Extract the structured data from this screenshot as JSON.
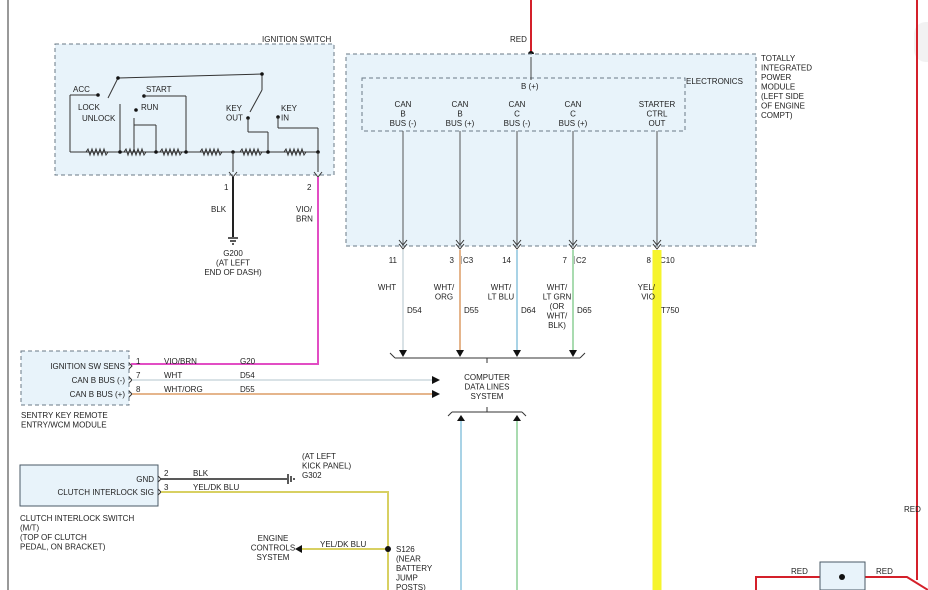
{
  "colors": {
    "red": "#d4202a",
    "violet": "#e24dc4",
    "yellow": "#f6f42c",
    "olive": "#d8d062",
    "white_wire": "#d9e2e6",
    "orange_wire": "#e5b58c",
    "blue_wire": "#a9d3e6",
    "green_wire": "#a9dbb0",
    "module_fill": "#e8f3fa"
  },
  "top_red_label": "RED",
  "ignition_switch": {
    "title": "IGNITION SWITCH",
    "pos_acc": "ACC",
    "pos_lock": "LOCK",
    "pos_unlock": "UNLOCK",
    "pos_start": "START",
    "pos_run": "RUN",
    "pos_key_out": "KEY\nOUT",
    "pos_key_in": "KEY\nIN",
    "pin1": "1",
    "pin2": "2",
    "wire1": "BLK",
    "wire2": "VIO/\nBRN",
    "ground": "G200\n(AT LEFT\nEND OF DASH)"
  },
  "tipm": {
    "title": "TOTALLY\nINTEGRATED\nPOWER\nMODULE\n(LEFT SIDE\nOF ENGINE\nCOMPT)",
    "section": "ELECTRONICS",
    "bplus": "B (+)",
    "pins": [
      {
        "label": "CAN\nB\nBUS (-)",
        "pin": "11",
        "conn": "",
        "wire": "WHT",
        "circuit": "D54"
      },
      {
        "label": "CAN\nB\nBUS (+)",
        "pin": "3",
        "conn": "C3",
        "wire": "WHT/\nORG",
        "circuit": "D55"
      },
      {
        "label": "CAN\nC\nBUS (-)",
        "pin": "14",
        "conn": "",
        "wire": "WHT/\nLT BLU",
        "circuit": "D64"
      },
      {
        "label": "CAN\nC\nBUS (+)",
        "pin": "7",
        "conn": "C2",
        "wire": "WHT/\nLT GRN\n(OR\nWHT/\nBLK)",
        "circuit": "D65"
      },
      {
        "label": "STARTER\nCTRL\nOUT",
        "pin": "8",
        "conn": "C10",
        "wire": "YEL/\nVIO",
        "circuit": "T750"
      }
    ]
  },
  "data_lines": {
    "label": "COMPUTER\nDATA LINES\nSYSTEM"
  },
  "sentry": {
    "title": "SENTRY KEY REMOTE\nENTRY/WCM MODULE",
    "rows": [
      {
        "label": "IGNITION SW SENS",
        "pin": "1",
        "wire": "VIO/BRN",
        "circuit": "G20"
      },
      {
        "label": "CAN B BUS (-)",
        "pin": "7",
        "wire": "WHT",
        "circuit": "D54"
      },
      {
        "label": "CAN B BUS (+)",
        "pin": "8",
        "wire": "WHT/ORG",
        "circuit": "D55"
      }
    ]
  },
  "clutch": {
    "title": "CLUTCH INTERLOCK SWITCH\n(M/T)\n(TOP OF CLUTCH\nPEDAL, ON BRACKET)",
    "rows": [
      {
        "label": "GND",
        "pin": "2",
        "wire": "BLK"
      },
      {
        "label": "CLUTCH INTERLOCK SIG",
        "pin": "3",
        "wire": "YEL/DK BLU"
      }
    ],
    "ground": "(AT LEFT\nKICK PANEL)\nG302"
  },
  "engine_controls": {
    "label": "ENGINE\nCONTROLS\nSYSTEM",
    "wire": "YEL/DK BLU",
    "splice": "S126\n(NEAR\nBATTERY\nJUMP\nPOSTS)"
  },
  "right": {
    "red1": "RED",
    "red2": "RED",
    "red3": "RED"
  }
}
